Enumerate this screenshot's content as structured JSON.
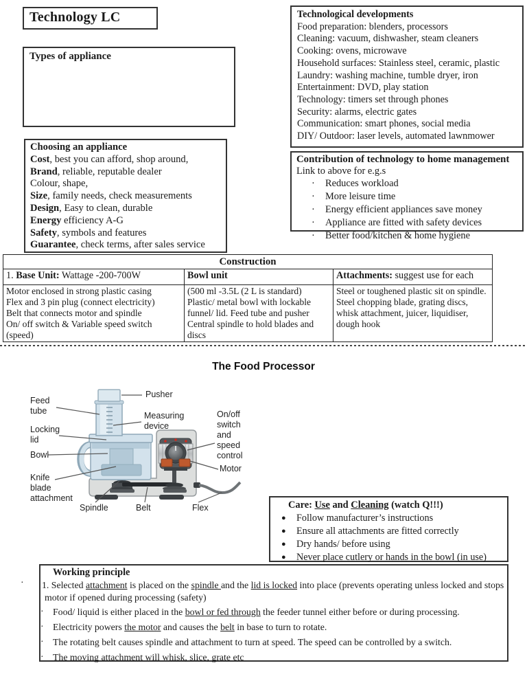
{
  "palette": {
    "base-fill": "#dcdedd",
    "base-stroke": "#969b9e",
    "dark": "#3c4043",
    "bowl-fill": "#d3e2ec",
    "bowl-band": "#b6ccda",
    "bowl-stroke": "#8fa8b8",
    "coil": "#bf5a2e",
    "red-dot": "#cf2b1f",
    "label-line": "#555555"
  },
  "title_box": {
    "title": "Technology LC"
  },
  "types_box": {
    "title": "Types of appliance"
  },
  "choosing_box": {
    "title": "Choosing an appliance",
    "items": [
      [
        {
          "t": "Cost",
          "b": 1
        },
        {
          "t": ", best you can afford, shop around,"
        }
      ],
      [
        {
          "t": "Brand",
          "b": 1
        },
        {
          "t": ", reliable, reputable dealer"
        }
      ],
      [
        {
          "t": "Colour, shape,"
        }
      ],
      [
        {
          "t": "Size",
          "b": 1
        },
        {
          "t": ", family needs, check measurements"
        }
      ],
      [
        {
          "t": "Design",
          "b": 1
        },
        {
          "t": ", Easy to clean, durable"
        }
      ],
      [
        {
          "t": "Energy",
          "b": 1
        },
        {
          "t": " efficiency A-G"
        }
      ],
      [
        {
          "t": "Safety",
          "b": 1
        },
        {
          "t": ", symbols and features"
        }
      ],
      [
        {
          "t": "Guarantee",
          "b": 1
        },
        {
          "t": ", check terms, after sales service"
        }
      ]
    ]
  },
  "tech_box": {
    "title": "Technological developments",
    "lines": [
      "Food preparation: blenders, processors",
      "Cleaning: vacuum, dishwasher, steam cleaners",
      "Cooking: ovens, microwave",
      "Household surfaces: Stainless steel, ceramic, plastic",
      "Laundry: washing machine, tumble dryer, iron",
      "Entertainment: DVD, play station",
      "Technology: timers set through phones",
      "Security: alarms, electric gates",
      "Communication: smart phones, social media",
      "DIY/ Outdoor: laser levels, automated lawnmower"
    ]
  },
  "contribution_box": {
    "title": "Contribution of technology to home management",
    "subtitle": "Link to above for e.g.s",
    "bullet_char": "·",
    "bullets": [
      "Reduces workload",
      "More leisure time",
      "Energy efficient appliances save money",
      "Appliance are fitted with safety devices",
      "Better food/kitchen & home hygiene"
    ]
  },
  "construction_table": {
    "title": "Construction",
    "columns": [
      {
        "header": [
          {
            "t": "1. "
          },
          {
            "t": "Base Unit:",
            "b": 1
          },
          {
            "t": " Wattage -200-700W"
          }
        ],
        "body": [
          "Motor enclosed in strong plastic casing",
          "Flex and 3 pin plug (connect electricity)",
          "Belt that connects motor and spindle",
          "On/ off switch & Variable speed switch (speed)"
        ]
      },
      {
        "header": [
          {
            "t": "Bowl unit",
            "b": 1
          }
        ],
        "body": [
          "(500 ml -3.5L (2 L is standard)",
          "Plastic/ metal bowl with lockable funnel/ lid. Feed tube and pusher",
          "Central spindle to hold blades and discs"
        ]
      },
      {
        "header": [
          {
            "t": "Attachments:",
            "b": 1
          },
          {
            "t": " suggest use for each"
          }
        ],
        "body": [
          "Steel or toughened plastic sit on spindle.",
          "Steel chopping blade, grating discs, whisk attachment, juicer, liquidiser, dough hook"
        ]
      }
    ]
  },
  "food_processor": {
    "heading": "The Food Processor",
    "labels": {
      "feed_tube": "Feed\ntube",
      "locking_lid": "Locking\nlid",
      "bowl": "Bowl",
      "knife": "Knife\nblade\nattachment",
      "spindle": "Spindle",
      "belt": "Belt",
      "flex": "Flex",
      "pusher": "Pusher",
      "measuring": "Measuring\ndevice",
      "on_off": "On/off\nswitch\nand\nspeed\ncontrol",
      "motor": "Motor"
    }
  },
  "care_box": {
    "title": [
      {
        "t": "Care: ",
        "b": 1
      },
      {
        "t": "Use",
        "b": 1,
        "u": 1
      },
      {
        "t": " and ",
        "b": 1
      },
      {
        "t": "Cleaning",
        "b": 1,
        "u": 1
      },
      {
        "t": " (watch Q!!!)",
        "b": 1
      }
    ],
    "bullet_char": "●",
    "bullets": [
      "Follow manufacturer’s instructions",
      "Ensure all attachments are fitted correctly",
      "Dry hands/ before using",
      "Never place cutlery or hands in the bowl (in use)"
    ]
  },
  "working_box": {
    "title": "Working principle",
    "bullet_char": "·",
    "item1": [
      {
        "t": "1.  Selected "
      },
      {
        "t": "attachment",
        "u": 1
      },
      {
        "t": " is placed on the "
      },
      {
        "t": "spindle ",
        "u": 1
      },
      {
        "t": "and the "
      },
      {
        "t": "lid is locked",
        "u": 1
      },
      {
        "t": " into place (prevents operating unless locked and stops motor if opened during processing (safety)"
      }
    ],
    "bullets": [
      [
        {
          "t": "Food/ liquid is either placed in the "
        },
        {
          "t": "bowl or fed through",
          "u": 1
        },
        {
          "t": " the feeder tunnel either before or during processing."
        }
      ],
      [
        {
          "t": "Electricity powers "
        },
        {
          "t": "the motor",
          "u": 1
        },
        {
          "t": " and causes the "
        },
        {
          "t": "belt",
          "u": 1
        },
        {
          "t": " in base to turn to rotate."
        }
      ],
      [
        {
          "t": "The rotating belt causes spindle and attachment to turn at speed. The speed can be controlled by a switch."
        }
      ],
      [
        {
          "t": "The moving attachment will whisk, slice, grate etc"
        }
      ]
    ]
  }
}
